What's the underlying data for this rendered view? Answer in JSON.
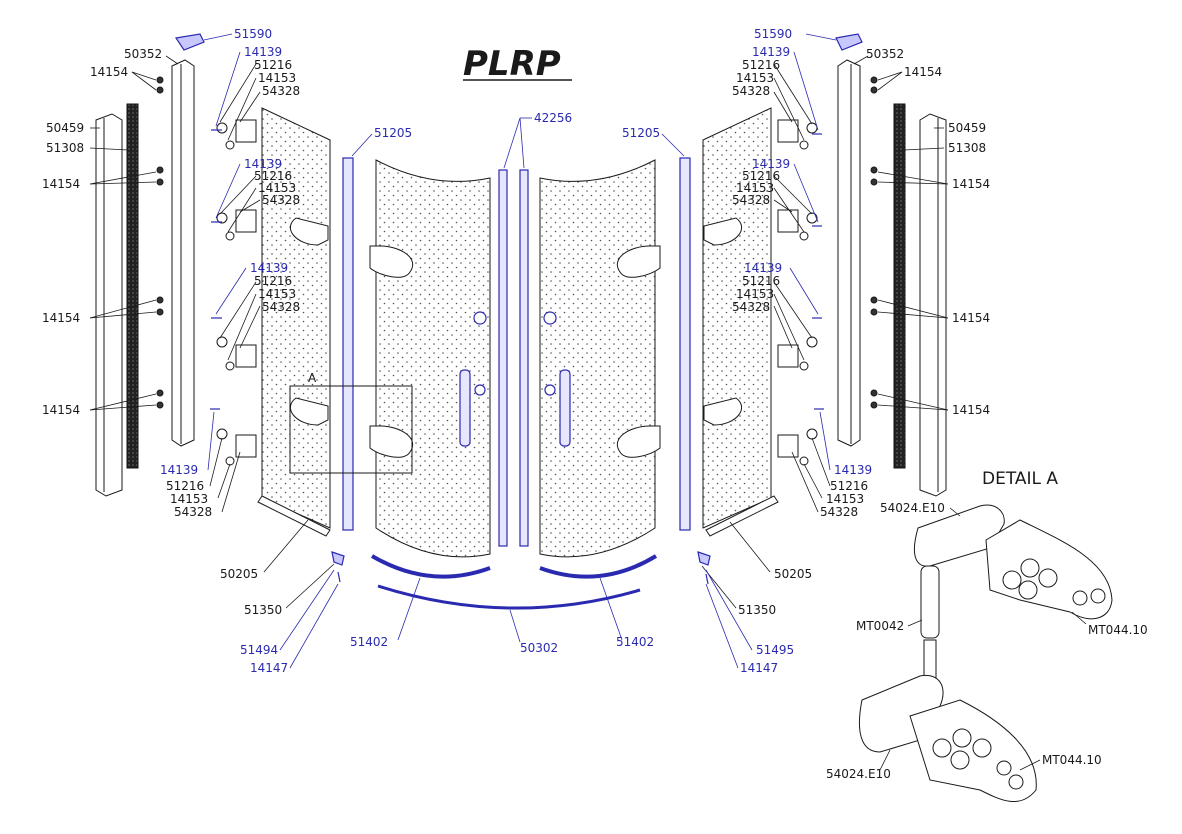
{
  "title": "PLRP",
  "detail_title": "DETAIL A",
  "detail_marker": "A",
  "colors": {
    "black_part": "#1a1a1a",
    "blue_part": "#2a2ab0"
  },
  "labels": {
    "l_51590": "51590",
    "l_50352": "50352",
    "l_14154_top": "14154",
    "l_14139_a": "14139",
    "l_51216_a": "51216",
    "l_14153_a": "14153",
    "l_54328_a": "54328",
    "l_50459": "50459",
    "l_51308": "51308",
    "l_14154_b": "14154",
    "l_14139_b": "14139",
    "l_51216_b": "51216",
    "l_14153_b": "14153",
    "l_54328_b": "54328",
    "l_14139_c": "14139",
    "l_51216_c": "51216",
    "l_14153_c": "14153",
    "l_54328_c": "54328",
    "l_14154_c": "14154",
    "l_14154_d": "14154",
    "l_14139_d": "14139",
    "l_51216_d": "51216",
    "l_14153_d": "14153",
    "l_54328_d": "54328",
    "l_51205": "51205",
    "l_50205": "50205",
    "l_51350": "51350",
    "l_51494": "51494",
    "l_14147": "14147",
    "l_51402": "51402",
    "r_51590": "51590",
    "r_50352": "50352",
    "r_14154_top": "14154",
    "r_14139_a": "14139",
    "r_51216_a": "51216",
    "r_14153_a": "14153",
    "r_54328_a": "54328",
    "r_50459": "50459",
    "r_51308": "51308",
    "r_14154_b": "14154",
    "r_14139_b": "14139",
    "r_51216_b": "51216",
    "r_14153_b": "14153",
    "r_54328_b": "54328",
    "r_14139_c": "14139",
    "r_51216_c": "51216",
    "r_14153_c": "14153",
    "r_54328_c": "54328",
    "r_14154_c": "14154",
    "r_14154_d": "14154",
    "r_14139_d": "14139",
    "r_51216_d": "51216",
    "r_14153_d": "14153",
    "r_54328_d": "54328",
    "r_51205": "51205",
    "r_50205": "50205",
    "r_51350": "51350",
    "r_51495": "51495",
    "r_14147": "14147",
    "r_51402": "51402",
    "c_42256": "42256",
    "c_50302": "50302",
    "d_54024_top": "54024.E10",
    "d_mt0042": "MT0042",
    "d_mt044_top": "MT044.10",
    "d_54024_bot": "54024.E10",
    "d_mt044_bot": "MT044.10"
  }
}
